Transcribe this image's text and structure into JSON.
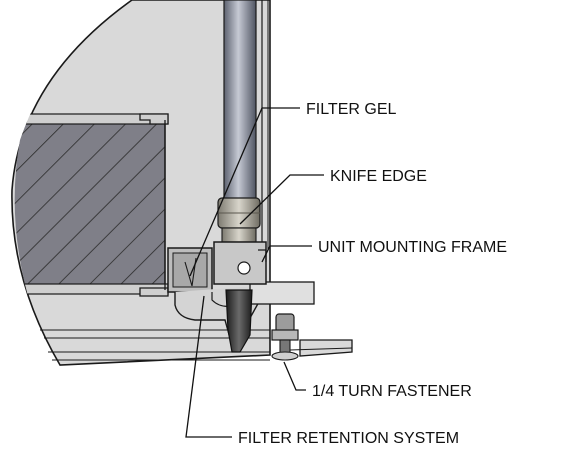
{
  "labels": {
    "filter_gel": "FILTER GEL",
    "knife_edge": "KNIFE EDGE",
    "unit_mounting_frame": "UNIT MOUNTING FRAME",
    "quarter_turn_fastener": "1/4 TURN FASTENER",
    "filter_retention_system": "FILTER RETENTION SYSTEM"
  },
  "colors": {
    "background": "#ffffff",
    "housing_fill": "#d9d9d9",
    "filter_media": "#7f7f88",
    "outline": "#1a1a1a",
    "leader": "#111111"
  }
}
